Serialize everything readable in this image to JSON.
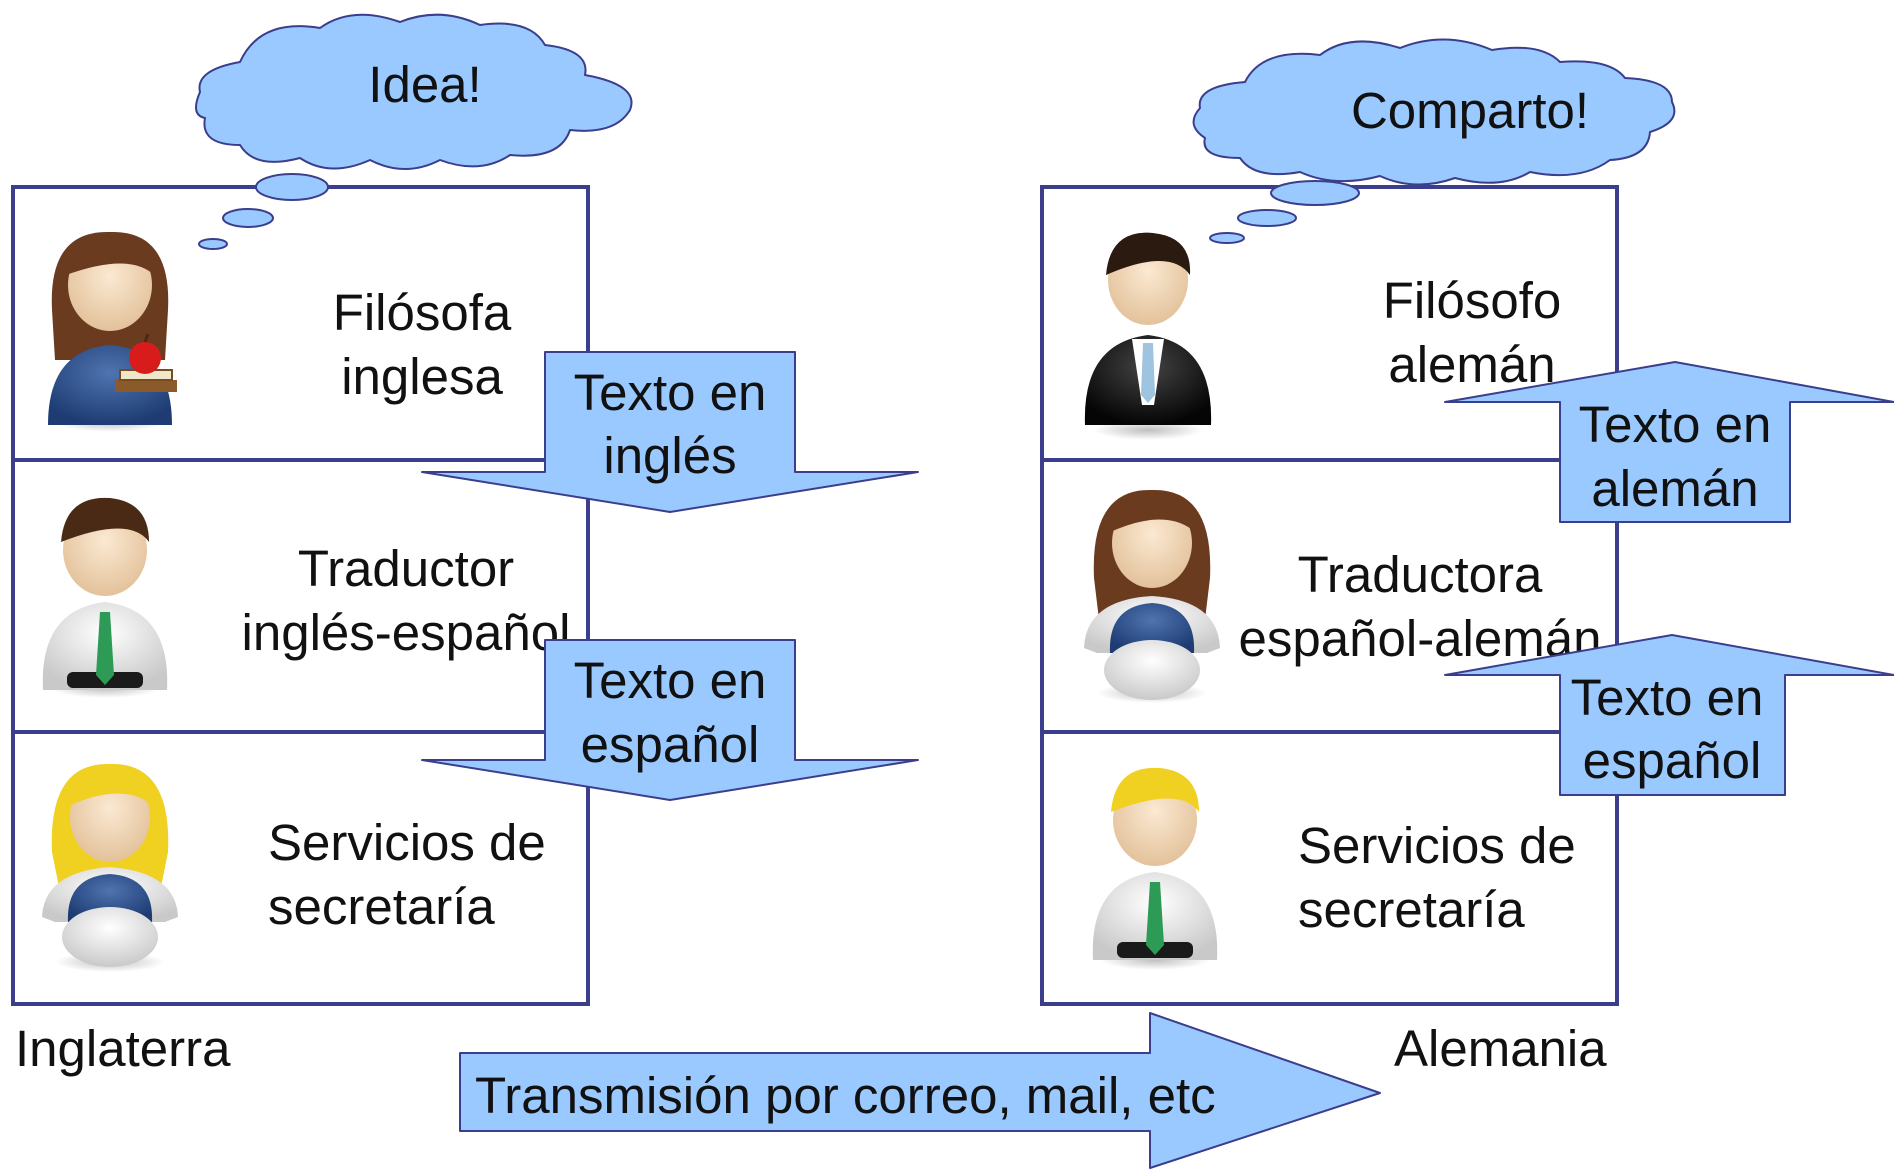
{
  "thoughts": {
    "left": "Idea!",
    "right": "Comparto!"
  },
  "left_stack": {
    "country": "Inglaterra",
    "layers": [
      {
        "line1": "Filósofa",
        "line2": "inglesa",
        "icon": "woman-teacher-icon"
      },
      {
        "line1": "Traductor",
        "line2": "inglés-español",
        "icon": "man-with-tie-icon"
      },
      {
        "line1": "Servicios de",
        "line2": "secretaría",
        "icon": "blonde-woman-icon"
      }
    ]
  },
  "right_stack": {
    "country": "Alemania",
    "layers": [
      {
        "line1": "Filósofo",
        "line2": "alemán",
        "icon": "man-in-suit-icon"
      },
      {
        "line1": "Traductora",
        "line2": "español-alemán",
        "icon": "brunette-woman-icon"
      },
      {
        "line1": "Servicios de",
        "line2": "secretaría",
        "icon": "blonde-man-icon"
      }
    ]
  },
  "arrows": {
    "left_top": {
      "line1": "Texto en",
      "line2": "inglés"
    },
    "left_bottom": {
      "line1": "Texto en",
      "line2": "español"
    },
    "right_top": {
      "line1": "Texto en",
      "line2": "alemán"
    },
    "right_bottom": {
      "line1": "Texto en",
      "line2": "español"
    },
    "transmission": "Transmisión por correo, mail, etc"
  },
  "colors": {
    "arrow_fill": "#99c9ff",
    "border": "#3a3e8c"
  }
}
